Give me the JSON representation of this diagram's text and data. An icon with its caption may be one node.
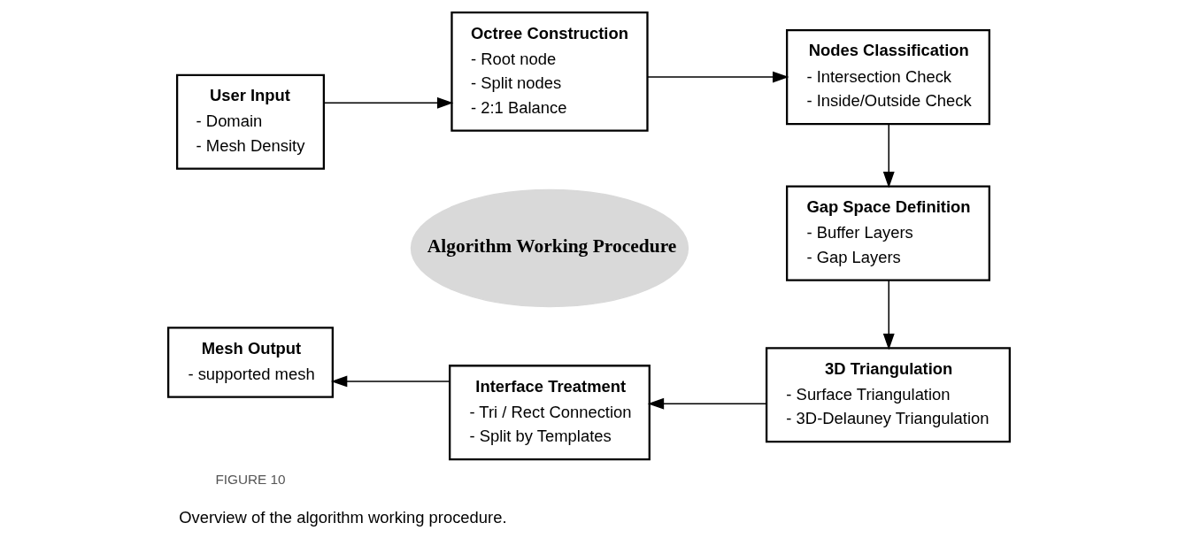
{
  "diagram": {
    "caption": "Overview of the algorithm working procedure.",
    "nodes": [
      {
        "text": [
          "User Input",
          "- Domain",
          "- Mesh Density"
        ]
      },
      {
        "text": [
          "Octree Construction",
          "- Root node",
          "- Split nodes",
          "- 2:1 Balance"
        ]
      },
      {
        "text": [
          "Nodes Classification",
          "- Intersection Check",
          "- Inside/Outside Check"
        ]
      },
      {
        "text": [
          "Gap Space Definition",
          "- Buffer Layers",
          "- Gap Layers"
        ]
      },
      {
        "text": [
          "3D Triangulation",
          "- Surface Triangulation",
          "- 3D-Delauney Triangulation"
        ]
      },
      {
        "text": [
          "Interface Treatment",
          "- Tri / Rect Connection",
          "- Split by Templates"
        ]
      },
      {
        "text": [
          "Mesh Output",
          "- supported mesh"
        ]
      },
      {
        "text": [
          "Algorithm Working Procedure"
        ]
      }
    ],
    "edges": [
      {
        "from": 0,
        "to": 1,
        "arrow": "to"
      },
      {
        "from": 1,
        "to": 2,
        "arrow": "to"
      },
      {
        "from": 2,
        "to": 3,
        "arrow": "to"
      },
      {
        "from": 3,
        "to": 4,
        "arrow": "to"
      },
      {
        "from": 4,
        "to": 5,
        "arrow": "to"
      },
      {
        "from": 5,
        "to": 6,
        "arrow": "to"
      }
    ],
    "labels": [
      "FIGURE 10"
    ]
  }
}
